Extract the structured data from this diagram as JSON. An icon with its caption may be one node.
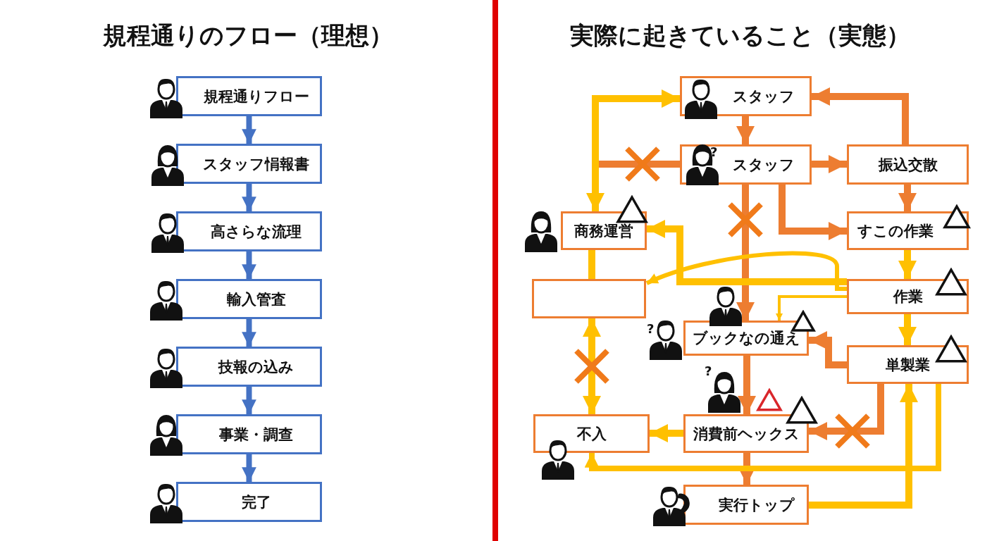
{
  "diagram": {
    "nodes": [
      {
        "text": [
          "規程通りフロー"
        ]
      },
      {
        "text": [
          "スタッフ悁報書"
        ]
      },
      {
        "text": [
          "高さらな流理"
        ]
      },
      {
        "text": [
          "輸入管査"
        ]
      },
      {
        "text": [
          "技報の込み"
        ]
      },
      {
        "text": [
          "事業・調查"
        ]
      },
      {
        "text": [
          "完了"
        ]
      },
      {
        "text": [
          "スタッフ"
        ]
      },
      {
        "text": [
          "スタッフ"
        ]
      },
      {
        "text": [
          "振込交散"
        ]
      },
      {
        "text": [
          "商務運営"
        ]
      },
      {
        "text": [
          "すこの作業"
        ]
      },
      {
        "text": [],
        "shape": "box"
      },
      {
        "text": [
          "作業"
        ]
      },
      {
        "text": [
          "ブックなの通え"
        ]
      },
      {
        "text": [
          "単製業"
        ]
      },
      {
        "text": [
          "不入"
        ]
      },
      {
        "text": [
          "消費前ヘックス"
        ]
      },
      {
        "text": [
          "実行トップ"
        ]
      }
    ],
    "edges": [
      {
        "from": 0,
        "to": 1,
        "arrow": "to",
        "color": "#4472c4"
      },
      {
        "from": 1,
        "to": 2,
        "arrow": "to",
        "color": "#4472c4"
      },
      {
        "from": 2,
        "to": 3,
        "arrow": "to",
        "color": "#4472c4"
      },
      {
        "from": 3,
        "to": 4,
        "arrow": "to",
        "color": "#4472c4"
      },
      {
        "from": 4,
        "to": 5,
        "arrow": "to",
        "color": "#4472c4"
      },
      {
        "from": 5,
        "to": 6,
        "arrow": "to",
        "color": "#4472c4"
      },
      {
        "from": 7,
        "to": 8,
        "arrow": "to",
        "color": "#ed7d31"
      },
      {
        "from": 9,
        "to": 7,
        "arrow": "to",
        "color": "#ed7d31"
      },
      {
        "from": 8,
        "to": 9,
        "arrow": "to",
        "color": "#ed7d31"
      },
      {
        "from": 8,
        "to": 10,
        "arrow": "none",
        "color": "#ed7d31"
      },
      {
        "from": 10,
        "to": 7,
        "arrow": "both",
        "color": "#ffc000"
      },
      {
        "from": 8,
        "to": 14,
        "arrow": "to",
        "color": "#ed7d31"
      },
      {
        "from": 8,
        "to": 11,
        "arrow": "to",
        "color": "#ed7d31"
      },
      {
        "from": 9,
        "to": 11,
        "arrow": "to",
        "color": "#ed7d31"
      },
      {
        "from": 11,
        "to": 13,
        "arrow": "to",
        "color": "#ffc000"
      },
      {
        "from": 13,
        "to": 15,
        "arrow": "to",
        "color": "#ffc000"
      },
      {
        "from": 13,
        "to": 10,
        "arrow": "to",
        "color": "#ffc000"
      },
      {
        "from": 13,
        "to": 12,
        "arrow": "to",
        "color": "#ffc000"
      },
      {
        "from": 13,
        "to": 14,
        "arrow": "to",
        "color": "#ffc000"
      },
      {
        "from": 15,
        "to": 14,
        "arrow": "to",
        "color": "#ed7d31"
      },
      {
        "from": 10,
        "to": 12,
        "arrow": "none",
        "color": "#ffc000"
      },
      {
        "from": 12,
        "to": 16,
        "arrow": "both",
        "color": "#ffc000"
      },
      {
        "from": 14,
        "to": 17,
        "arrow": "to",
        "color": "#ed7d31"
      },
      {
        "from": 15,
        "to": 17,
        "arrow": "to",
        "color": "#ed7d31"
      },
      {
        "from": 17,
        "to": 16,
        "arrow": "to",
        "color": "#ffc000"
      },
      {
        "from": 17,
        "to": 18,
        "arrow": "to",
        "color": "#ed7d31"
      },
      {
        "from": 15,
        "to": 16,
        "arrow": "to",
        "color": "#ffc000"
      },
      {
        "from": 18,
        "to": 15,
        "arrow": "to",
        "color": "#ffc000"
      }
    ],
    "labels": [
      "規程通りのフロー（理想）",
      "実際に起きていること（実態）",
      "?",
      "?",
      "?"
    ]
  }
}
